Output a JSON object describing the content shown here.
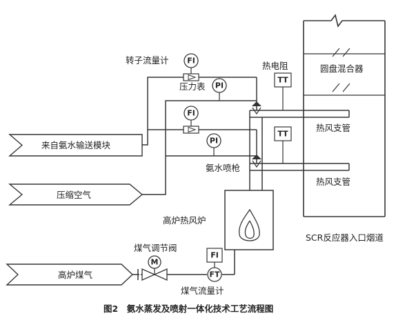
{
  "inlets": {
    "ammonia": "来自氨水输送模块",
    "air": "压缩空气",
    "gas": "高炉煤气"
  },
  "instruments": {
    "fi": "FI",
    "pi": "PI",
    "ft": "FT",
    "tt": "TT",
    "m": "M"
  },
  "labels": {
    "rotameter": "转子流量计",
    "pressure_gauge": "压力表",
    "thermocouple": "热电阻",
    "spray_gun": "氨水喷枪",
    "disc_mixer": "圆盘混合器",
    "hot_air_branch_upper": "热风支管",
    "hot_air_branch_lower": "热风支管",
    "blast_furnace_stove": "高炉热风炉",
    "scr_duct": "SCR反应器入口烟道",
    "gas_valve": "煤气调节阀",
    "gas_flowmeter": "煤气流量计"
  },
  "caption": "图2　氨水蒸发及喷射一体化技术工艺流程图"
}
